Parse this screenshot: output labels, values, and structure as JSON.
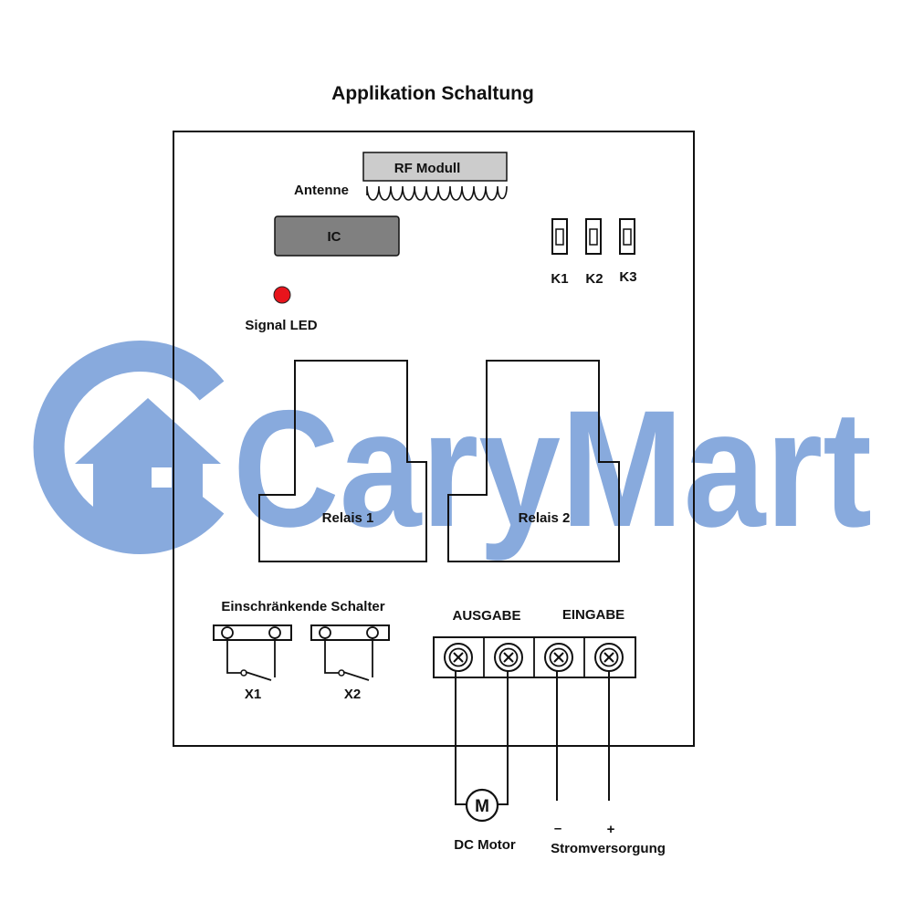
{
  "title": "Applikation Schaltung",
  "watermark": {
    "text": "CaryMart",
    "color": "#6f98d6"
  },
  "components": {
    "rf_module": "RF Modull",
    "antenna": "Antenne",
    "ic": "IC",
    "signal_led": "Signal LED",
    "jumpers": [
      "K1",
      "K2",
      "K3"
    ],
    "relay_1": "Relais 1",
    "relay_2": "Relais 2",
    "limit_switches": "Einschränkende Schalter",
    "switch_1": "X1",
    "switch_2": "X2",
    "output": "AUSGABE",
    "input": "EINGABE",
    "motor_symbol": "M",
    "dc_motor": "DC Motor",
    "minus": "–",
    "plus": "+",
    "power_supply": "Stromversorgung"
  },
  "colors": {
    "led": "#e8141c",
    "rf_module": "#cccccc",
    "ic": "#808080",
    "outline": "#111111"
  }
}
